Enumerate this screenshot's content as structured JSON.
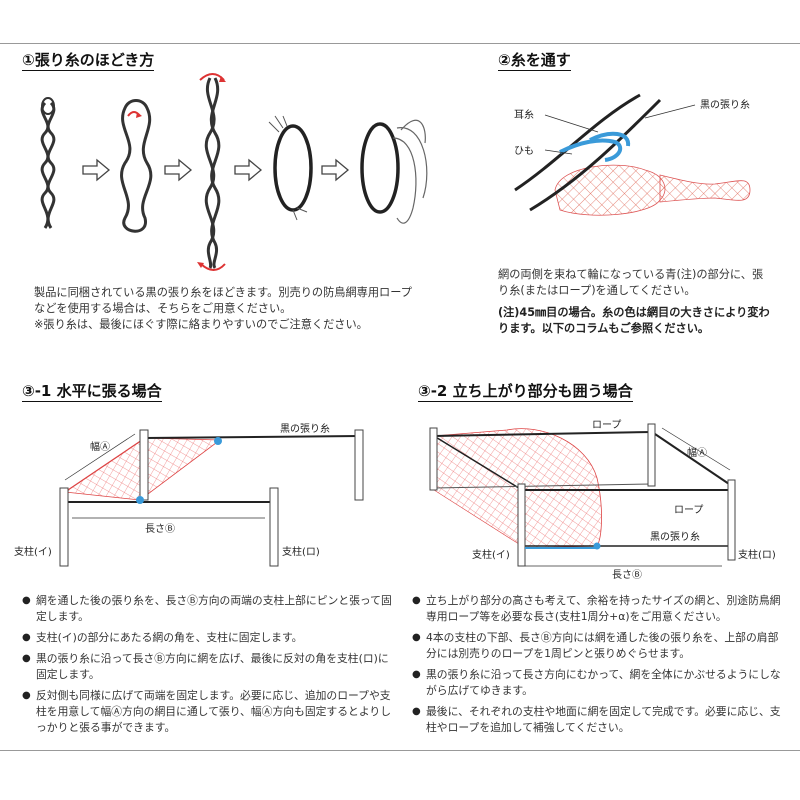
{
  "sections": {
    "s1": {
      "title": "①張り糸のほどき方"
    },
    "s2": {
      "title": "②糸を通す"
    },
    "s31": {
      "title": "③-1 水平に張る場合"
    },
    "s32": {
      "title": "③-2 立ち上がり部分も囲う場合"
    }
  },
  "s1_text": {
    "line1": "製品に同梱されている黒の張り糸をほどきます。別売りの防鳥網専用ロープ",
    "line2": "などを使用する場合は、そちらをご用意ください。",
    "line3": "※張り糸は、最後にほぐす際に絡まりやすいのでご注意ください。"
  },
  "s2_labels": {
    "ear": "耳糸",
    "cord": "ひも",
    "black": "黒の張り糸"
  },
  "s2_text": {
    "line1": "網の両側を束ねて輪になっている青(注)の部分に、張",
    "line2": "り糸(またはロープ)を通してください。",
    "note1": "(注)45㎜目の場合。糸の色は網目の大きさにより変わ",
    "note2": "ります。以下のコラムもご参照ください。"
  },
  "s31_labels": {
    "width": "幅Ⓐ",
    "black": "黒の張り糸",
    "length": "長さⒷ",
    "postA": "支柱(イ)",
    "postB": "支柱(ロ)"
  },
  "s32_labels": {
    "rope1": "ロープ",
    "width": "幅Ⓐ",
    "rope2": "ロープ",
    "black": "黒の張り糸",
    "length": "長さⒷ",
    "postA": "支柱(イ)",
    "postB": "支柱(ロ)"
  },
  "s31_bullets": [
    "網を通した後の張り糸を、長さⒷ方向の両端の支柱上部にピンと張って固定します。",
    "支柱(イ)の部分にあたる網の角を、支柱に固定します。",
    "黒の張り糸に沿って長さⒷ方向に網を広げ、最後に反対の角を支柱(ロ)に固定します。",
    "反対側も同様に広げて両端を固定します。必要に応じ、追加のロープや支柱を用意して幅Ⓐ方向の網目に通して張り、幅Ⓐ方向も固定するとよりしっかりと張る事ができます。"
  ],
  "s32_bullets": [
    "立ち上がり部分の高さも考えて、余裕を持ったサイズの網と、別途防鳥網専用ロープ等を必要な長さ(支柱1周分+α)をご用意ください。",
    "4本の支柱の下部、長さⒷ方向には網を通した後の張り糸を、上部の肩部分には別売りのロープを1周ピンと張りめぐらせます。",
    "黒の張り糸に沿って長さ方向にむかって、網を全体にかぶせるようにしながら広げてゆきます。",
    "最後に、それぞれの支柱や地面に網を固定して完成です。必要に応じ、支柱やロープを追加して補強してください。"
  ]
}
